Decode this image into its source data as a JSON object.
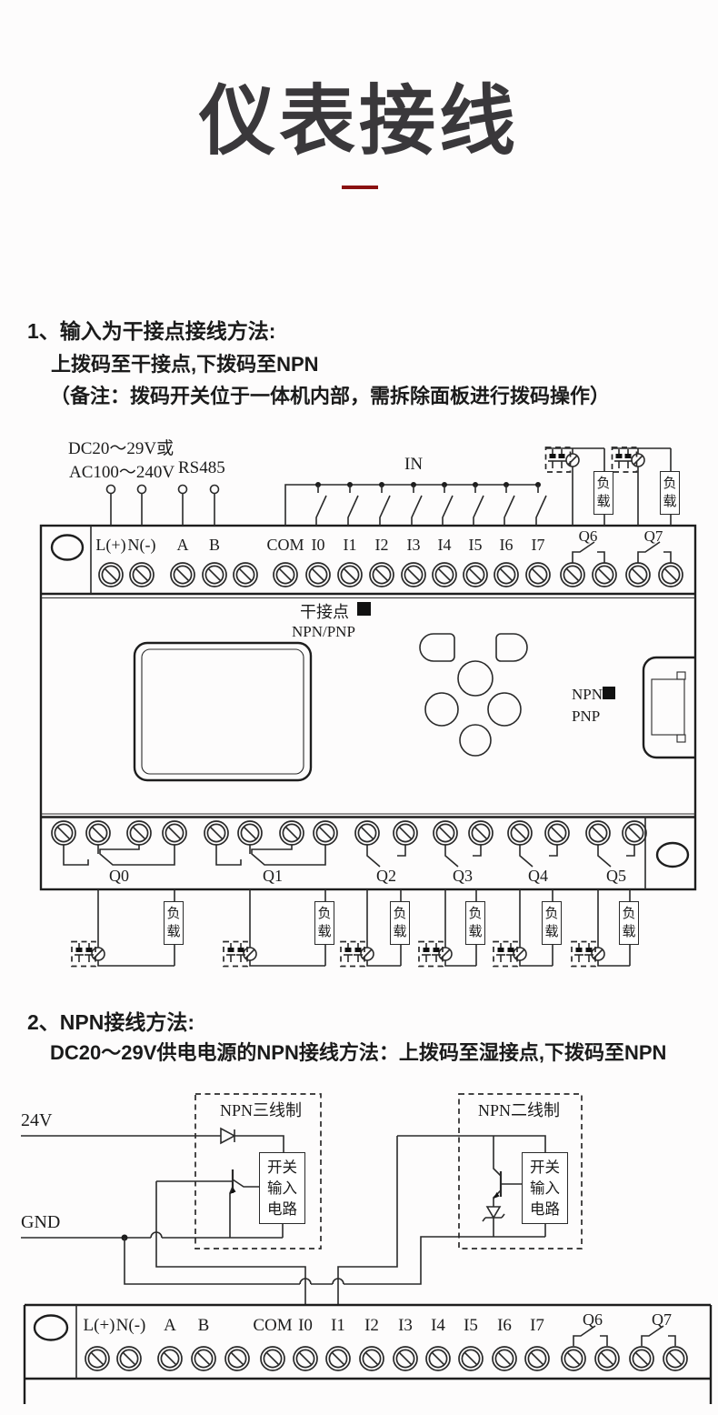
{
  "title": {
    "text": "仪表接线"
  },
  "section1": {
    "heading": "1、输入为干接点接线方法:",
    "sub": "上拨码至干接点,下拨码至NPN",
    "note": "（备注：拨码开关位于一体机内部，需拆除面板进行拨码操作）"
  },
  "section2": {
    "heading": "2、NPN接线方法:",
    "sub": "DC20～29V供电电源的NPN接线方法：上拨码至湿接点,下拨码至NPN"
  },
  "colors": {
    "accent_red": "#8a1111",
    "ink": "#2a2a2a",
    "title": "#3a383b"
  },
  "device": {
    "power_line1": "DC20～29V或",
    "power_line2": "AC100～240V",
    "rs485": "RS485",
    "in": "IN",
    "top_terminals": [
      "L(+)",
      "N(-)",
      "A",
      "B",
      "COM",
      "I0",
      "I1",
      "I2",
      "I3",
      "I4",
      "I5",
      "I6",
      "I7"
    ],
    "q6": "Q6",
    "q7": "Q7",
    "load": "负载",
    "dry_contact": "干接点",
    "npn_pnp": "NPN/PNP",
    "npn": "NPN",
    "pnp": "PNP",
    "outputs": [
      "Q0",
      "Q1",
      "Q2",
      "Q3",
      "Q4",
      "Q5"
    ]
  },
  "npn_section": {
    "v24": "24V",
    "gnd": "GND",
    "three_wire": "NPN三线制",
    "two_wire": "NPN二线制",
    "switch_box": [
      "开关",
      "输入",
      "电路"
    ],
    "strip_terminals": [
      "L(+)",
      "N(-)",
      "A",
      "B",
      "COM",
      "I0",
      "I1",
      "I2",
      "I3",
      "I4",
      "I5",
      "I6",
      "I7"
    ],
    "q6": "Q6",
    "q7": "Q7"
  }
}
